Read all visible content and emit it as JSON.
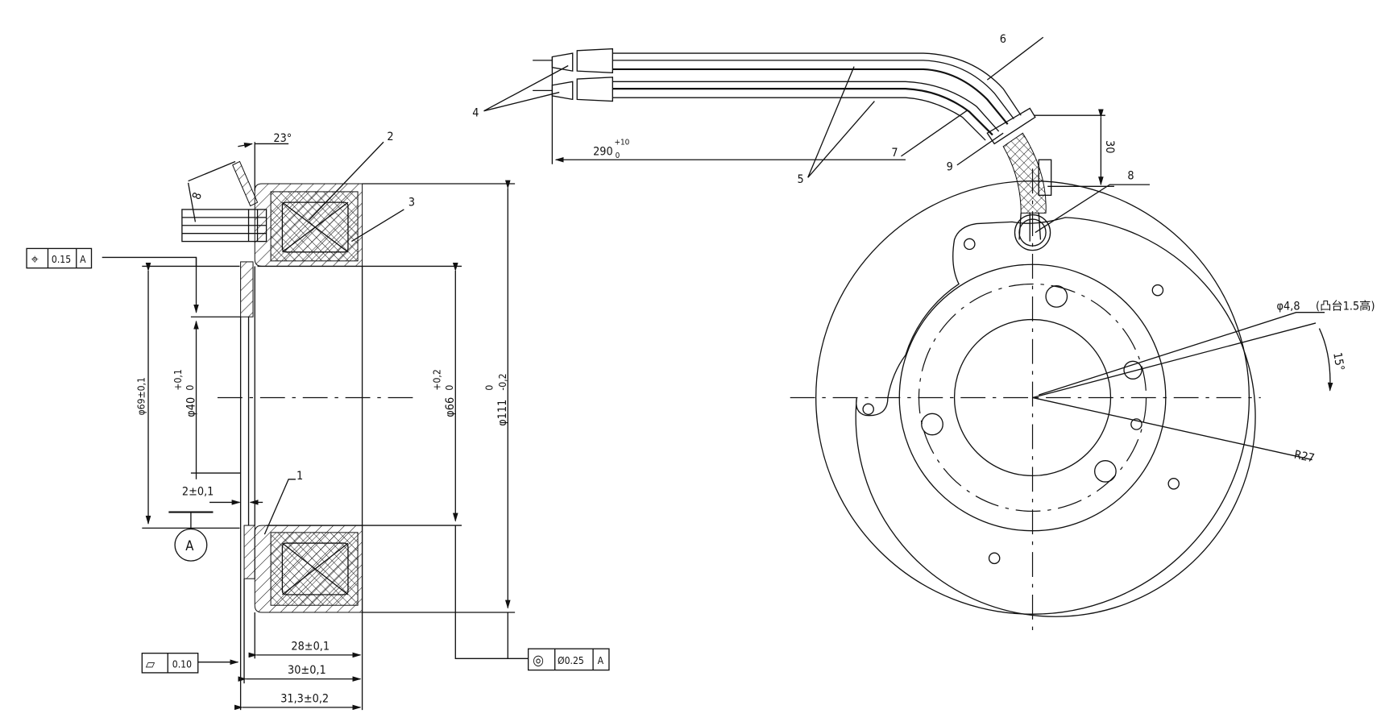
{
  "drawing": {
    "balloons": [
      "1",
      "2",
      "3",
      "4",
      "5",
      "6",
      "7",
      "8",
      "9"
    ],
    "dims": {
      "angle_23": "23°",
      "dim_8": "8",
      "phi69": "φ69±0,1",
      "phi40": "φ40",
      "phi40_tol_upper": "+0,1",
      "phi40_tol_lower": "0",
      "phi66": "φ66",
      "phi66_tol_upper": "+0,2",
      "phi66_tol_lower": "0",
      "phi111": "φ111",
      "phi111_tol_upper": "0",
      "phi111_tol_lower": "-0,2",
      "thk_2": "2±0,1",
      "w28": "28±0,1",
      "w30": "30±0,1",
      "w313": "31,3±0,2",
      "len290": "290",
      "len290_tol_upper": "+10",
      "len290_tol_lower": "0",
      "dim30": "30",
      "phi48": "φ4,8",
      "boss_note": "(凸台1.5高)",
      "angle_15": "15°",
      "r27": "R27"
    },
    "datum": "A",
    "fcf_position": {
      "symbol": "⌖",
      "value": "0.15",
      "datum": "A"
    },
    "fcf_flatness": {
      "symbol": "▱",
      "value": "0.10"
    },
    "fcf_concentricity": {
      "symbol": "◎",
      "value": "Ø0.25",
      "datum": "A"
    }
  }
}
